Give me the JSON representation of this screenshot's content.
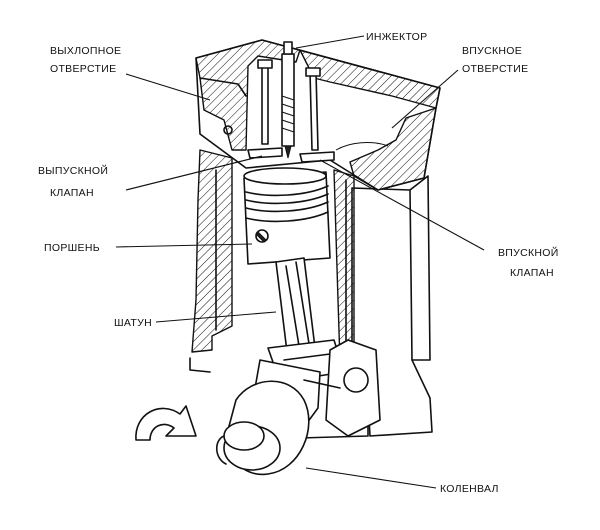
{
  "labels": {
    "injector": "ИНЖЕКТОР",
    "exhaust_port_1": "ВЫХЛОПНОЕ",
    "exhaust_port_2": "ОТВЕРСТИЕ",
    "intake_port_1": "ВПУСКНОЕ",
    "intake_port_2": "ОТВЕРСТИЕ",
    "exhaust_valve_1": "ВЫПУСКНОЙ",
    "exhaust_valve_2": "КЛАПАН",
    "intake_valve_1": "ВПУСКНОЙ",
    "intake_valve_2": "КЛАПАН",
    "piston": "ПОРШЕНЬ",
    "conrod": "ШАТУН",
    "crankshaft": "КОЛЕНВАЛ"
  }
}
